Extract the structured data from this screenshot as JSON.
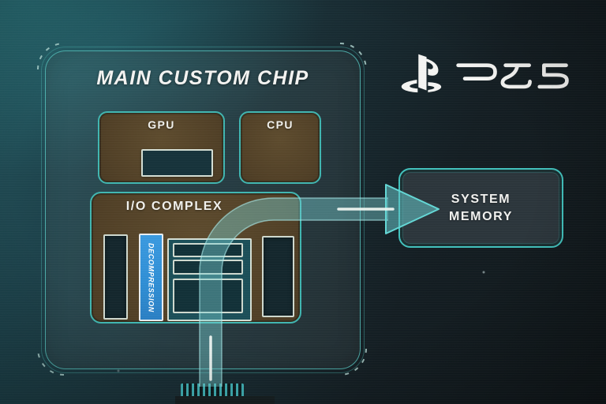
{
  "logo": {
    "icon": "playstation",
    "wordmark": "PS5"
  },
  "chip": {
    "title": "MAIN CUSTOM CHIP",
    "gpu": {
      "label": "GPU"
    },
    "cpu": {
      "label": "CPU"
    },
    "io_complex": {
      "label": "I/O COMPLEX",
      "decompression": {
        "label": "DECOMPRESSION"
      }
    }
  },
  "system_memory": {
    "line1": "SYSTEM",
    "line2": "MEMORY"
  },
  "colors": {
    "background_teal": "#1f4f58",
    "background_dark": "#10181b",
    "border_teal": "#3fbdb8",
    "component_brown": "#54432a",
    "decompression_blue": "#2f8fd6",
    "arrow_teal": "#7bd6d8",
    "inner_unit_dark": "#14303a",
    "text_white": "#f2f2f2"
  }
}
